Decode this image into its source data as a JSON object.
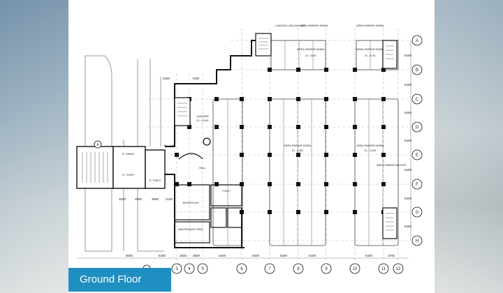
{
  "plan": {
    "caption": "Ground Floor",
    "grid_rows": [
      "A",
      "B",
      "C",
      "D",
      "E",
      "F",
      "G",
      "H"
    ],
    "grid_cols": [
      "3",
      "4",
      "5",
      "6",
      "7",
      "8",
      "9",
      "10",
      "11",
      "12"
    ],
    "dims_bottom": [
      "8000",
      "5400",
      "2600",
      "2600",
      "5400",
      "5400",
      "5400",
      "5400",
      "5400",
      "2700"
    ],
    "dims_row": [
      "5400",
      "5400",
      "5400",
      "5400",
      "5400",
      "5400",
      "5400"
    ],
    "dims_top": [
      "4200",
      "7200"
    ],
    "dims_mid": [
      "3000",
      "3900",
      "3900",
      "2100"
    ],
    "labels": {
      "loading": "LOADING UNLOADING",
      "parkir_top_a": "AREA PARKIR MOBIL",
      "parkir_top_b": "AREA PARKIR MOBIL",
      "parkir_b1": "AREA PARKIR MOBIL",
      "parkir_b2": "AREA PARKIR MOBIL",
      "parkir_main": "AREA PARKIR MOBIL",
      "parkir_right": "AREA PARKIR MOBIL",
      "parkir_motor": "AREA PARKIR MOTOR",
      "gudang": "GUDANG",
      "hall": "HALL",
      "musholah": "MUSHOLAH",
      "maintenance": "MAINTENANCE AREA",
      "r_panel": "R. PANEL",
      "r_staff": "R. STAFF",
      "r_trafo": "R. TRAFO",
      "toilet": "TOILET",
      "elev_main": "EL. -0.300",
      "elev_b": "EL. ±0.00",
      "elev_gudang": "EL. ±0.000",
      "elev_panel": "EL. -0.050"
    },
    "axis_a_left": "A"
  }
}
